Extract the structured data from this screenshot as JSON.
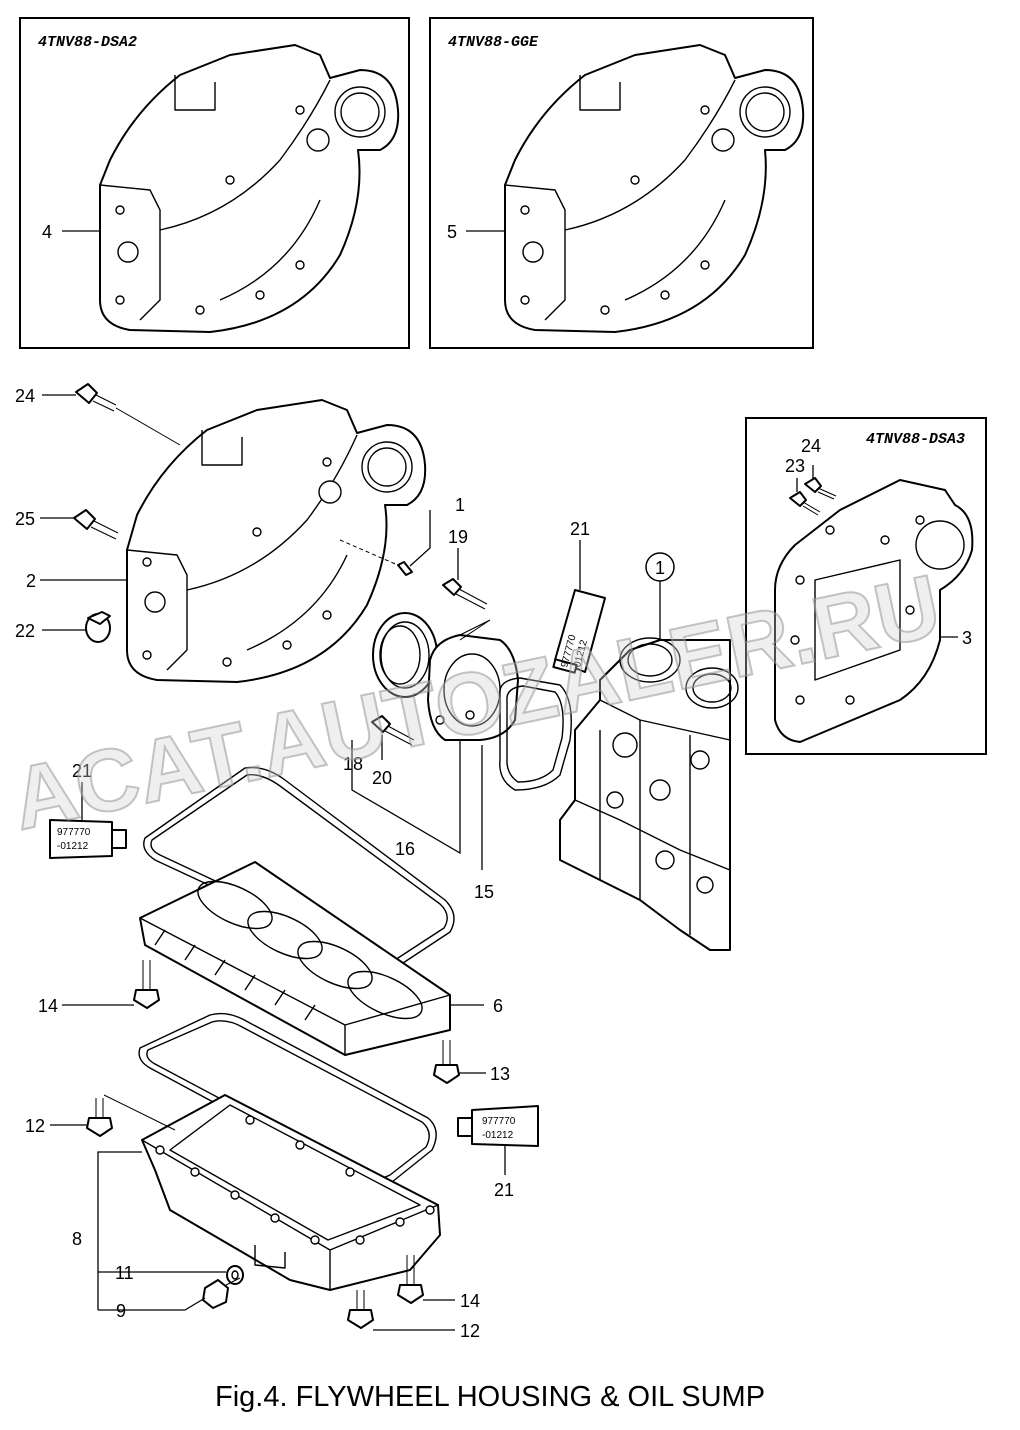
{
  "variants": {
    "dsa2": "4TNV88-DSA2",
    "gge": "4TNV88-GGE",
    "dsa3": "4TNV88-DSA3"
  },
  "callouts": {
    "p1": "1",
    "p2": "2",
    "p3": "3",
    "p4": "4",
    "p5": "5",
    "p6": "6",
    "p8": "8",
    "p9": "9",
    "p11": "11",
    "p12a": "12",
    "p12b": "12",
    "p13": "13",
    "p14a": "14",
    "p14b": "14",
    "p15": "15",
    "p16": "16",
    "p18": "18",
    "p19": "19",
    "p20": "20",
    "p21a": "21",
    "p21b": "21",
    "p21c": "21",
    "p22": "22",
    "p23": "23",
    "p24a": "24",
    "p24b": "24",
    "p25": "25",
    "circled": "1"
  },
  "sealant_tube": {
    "line1": "977770",
    "line2": "-01212"
  },
  "caption": "Fig.4.  FLYWHEEL HOUSING & OIL SUMP",
  "watermark": "ACAT.AUTOZALER.RU"
}
